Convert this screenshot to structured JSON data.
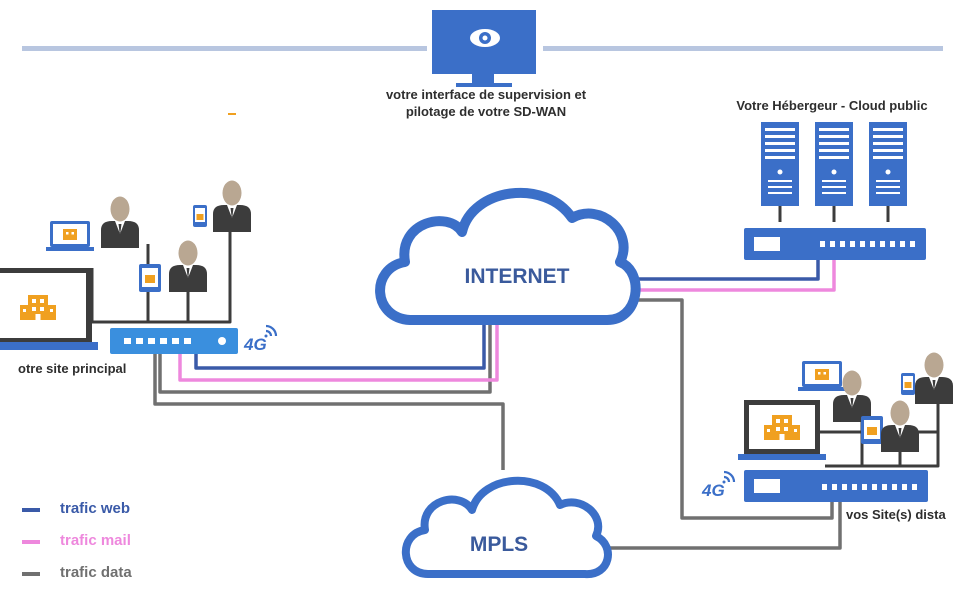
{
  "supervision": {
    "line1": "votre interface de supervision et",
    "line2": "pilotage de votre SD-WAN"
  },
  "host": {
    "label": "Votre Hébergeur - Cloud public"
  },
  "internet": {
    "label": "INTERNET"
  },
  "mpls": {
    "label": "MPLS"
  },
  "main_site": {
    "label": "otre site principal",
    "badge": "4G"
  },
  "remote_site": {
    "label": "vos Site(s) dista",
    "badge": "4G"
  },
  "legend": [
    {
      "label": "trafic web",
      "color": "#3a5aa8"
    },
    {
      "label": "trafic mail",
      "color": "#ee88dd"
    },
    {
      "label": "trafic data",
      "color": "#707070"
    }
  ],
  "colors": {
    "blue": "#3b6fc8",
    "light_blue": "#3a8fde",
    "web": "#3a5aa8",
    "mail": "#ee88dd",
    "data": "#707070",
    "person": "#b9a792",
    "suit": "#3c3c3c",
    "building": "#f0a020"
  }
}
